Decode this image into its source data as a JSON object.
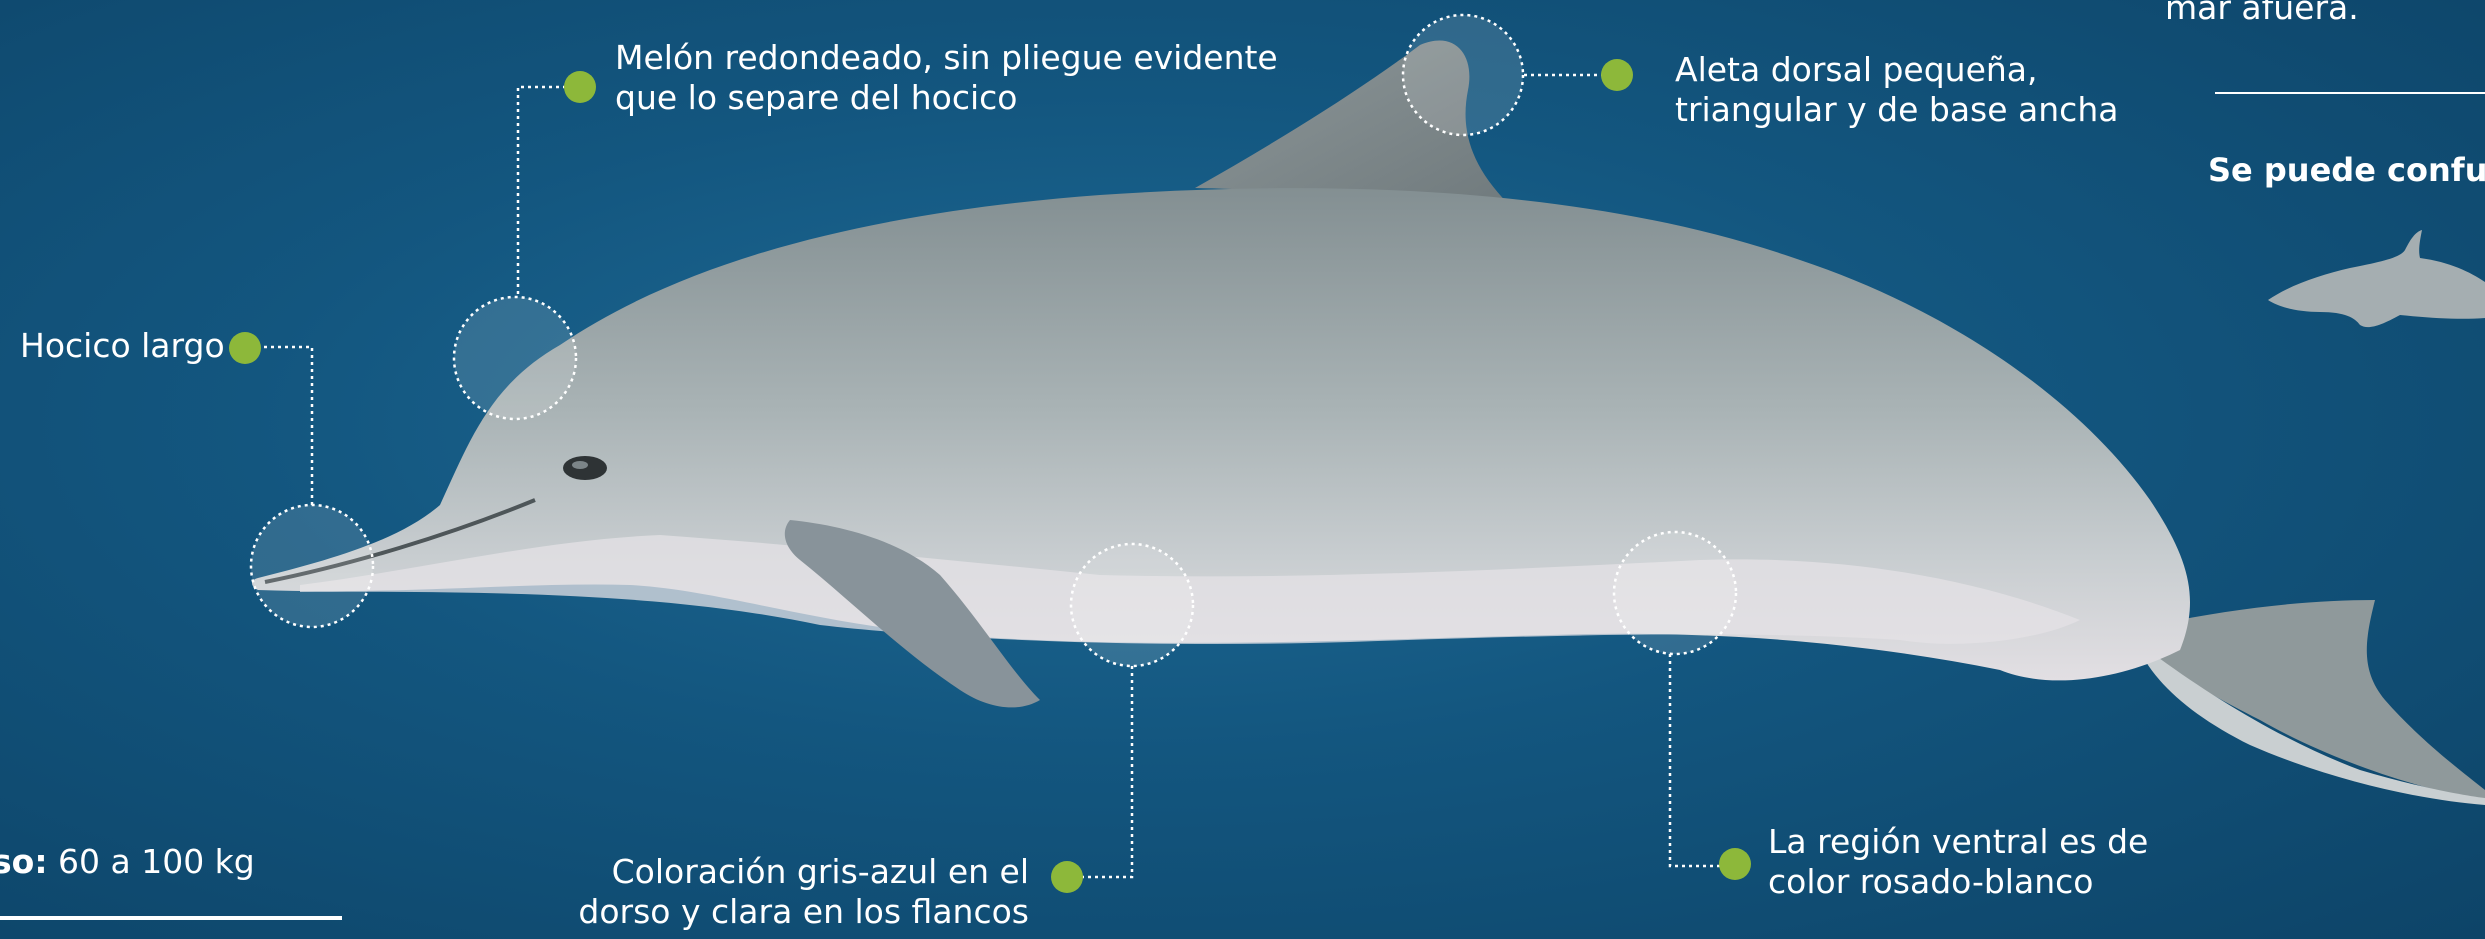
{
  "annotations": {
    "melon": {
      "line1": "Melón redondeado, sin pliegue evidente",
      "line2": "que lo separe del hocico"
    },
    "dorsal_fin": {
      "line1": "Aleta dorsal pequeña,",
      "line2": "triangular y de base ancha"
    },
    "snout": {
      "text": "Hocico largo"
    },
    "coloration": {
      "line1": "Coloración gris-azul en el",
      "line2": "dorso y clara en los flancos"
    },
    "ventral": {
      "line1": "La región ventral es de",
      "line2": "color rosado-blanco"
    }
  },
  "weight": {
    "label": "so:",
    "value": "60 a 100 kg"
  },
  "side_panel": {
    "top_text": "mar afuera.",
    "heading": "Se puede confu"
  },
  "colors": {
    "background": "#13567f",
    "marker": "#8db83a",
    "dolphin_back": "#8a9598",
    "dolphin_belly": "#dcdfe2"
  },
  "icons": [
    "marker-dot-icon",
    "dolphin-illustration",
    "small-dolphin-illustration"
  ]
}
